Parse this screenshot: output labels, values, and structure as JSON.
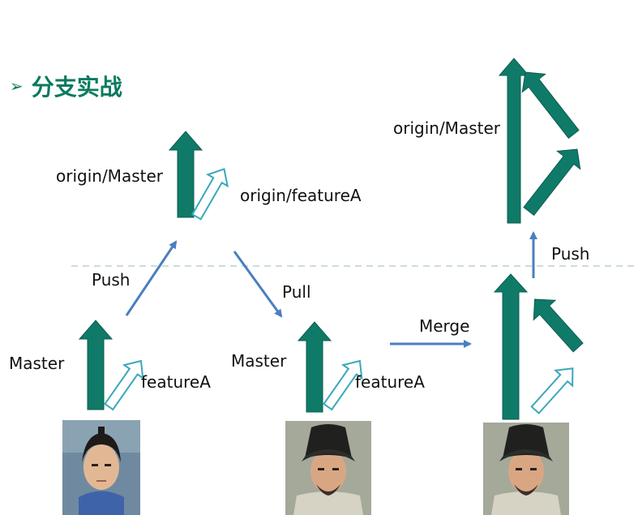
{
  "title": {
    "bullet": "➢",
    "text": "分支实战"
  },
  "labels": {
    "origin_master_top": "origin/Master",
    "origin_featureA_top": "origin/featureA",
    "push_left": "Push",
    "pull": "Pull",
    "merge": "Merge",
    "push_right": "Push",
    "master_left": "Master",
    "featureA_left": "featureA",
    "master_mid": "Master",
    "featureA_mid": "featureA",
    "origin_master_right": "origin/Master"
  },
  "colors": {
    "master": "#0f7a67",
    "feature_outline": "#3aa8b8",
    "flow_arrow": "#4a7fc0",
    "dashed": "#b8d0d8"
  },
  "photos": [
    "person-photo-1",
    "person-photo-2",
    "person-photo-3"
  ]
}
